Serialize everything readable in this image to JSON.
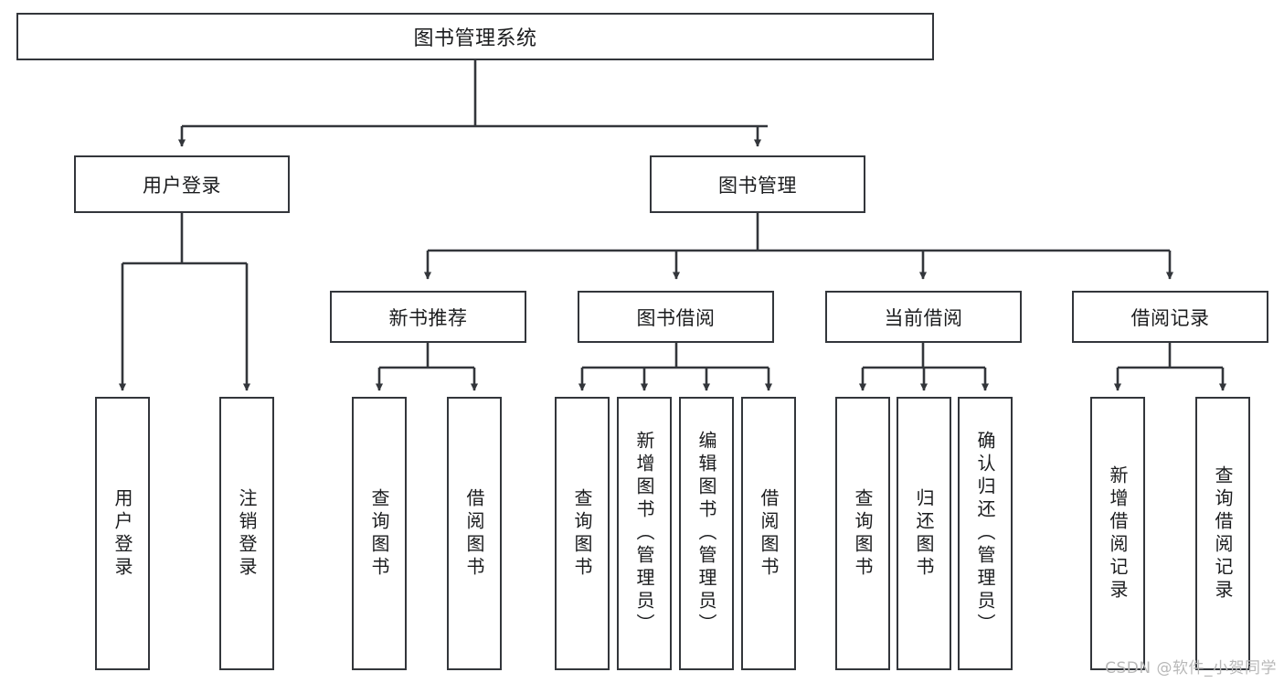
{
  "diagram": {
    "title": "图书管理系统",
    "type": "hierarchy-tree",
    "watermark": "CSDN @软件_小贺同学",
    "colors": {
      "stroke": "#33363b",
      "fill": "#ffffff",
      "text": "#1b1c1e",
      "watermark": "#b8b8b8"
    },
    "levels": {
      "root": {
        "label": "图书管理系统"
      },
      "level1": [
        {
          "label": "用户登录"
        },
        {
          "label": "图书管理"
        }
      ],
      "level2": [
        {
          "label": "新书推荐"
        },
        {
          "label": "图书借阅"
        },
        {
          "label": "当前借阅"
        },
        {
          "label": "借阅记录"
        }
      ],
      "leaves": {
        "user_login": [
          {
            "label": "用户登录"
          },
          {
            "label": "注销登录"
          }
        ],
        "new_book_recommend": [
          {
            "label": "查询图书"
          },
          {
            "label": "借阅图书"
          }
        ],
        "book_borrow": [
          {
            "label": "查询图书"
          },
          {
            "label": "新增图书（管理员）"
          },
          {
            "label": "编辑图书（管理员）"
          },
          {
            "label": "借阅图书"
          }
        ],
        "current_borrow": [
          {
            "label": "查询图书"
          },
          {
            "label": "归还图书"
          },
          {
            "label": "确认归还（管理员）"
          }
        ],
        "borrow_record": [
          {
            "label": "新增借阅记录"
          },
          {
            "label": "查询借阅记录"
          }
        ]
      }
    }
  }
}
